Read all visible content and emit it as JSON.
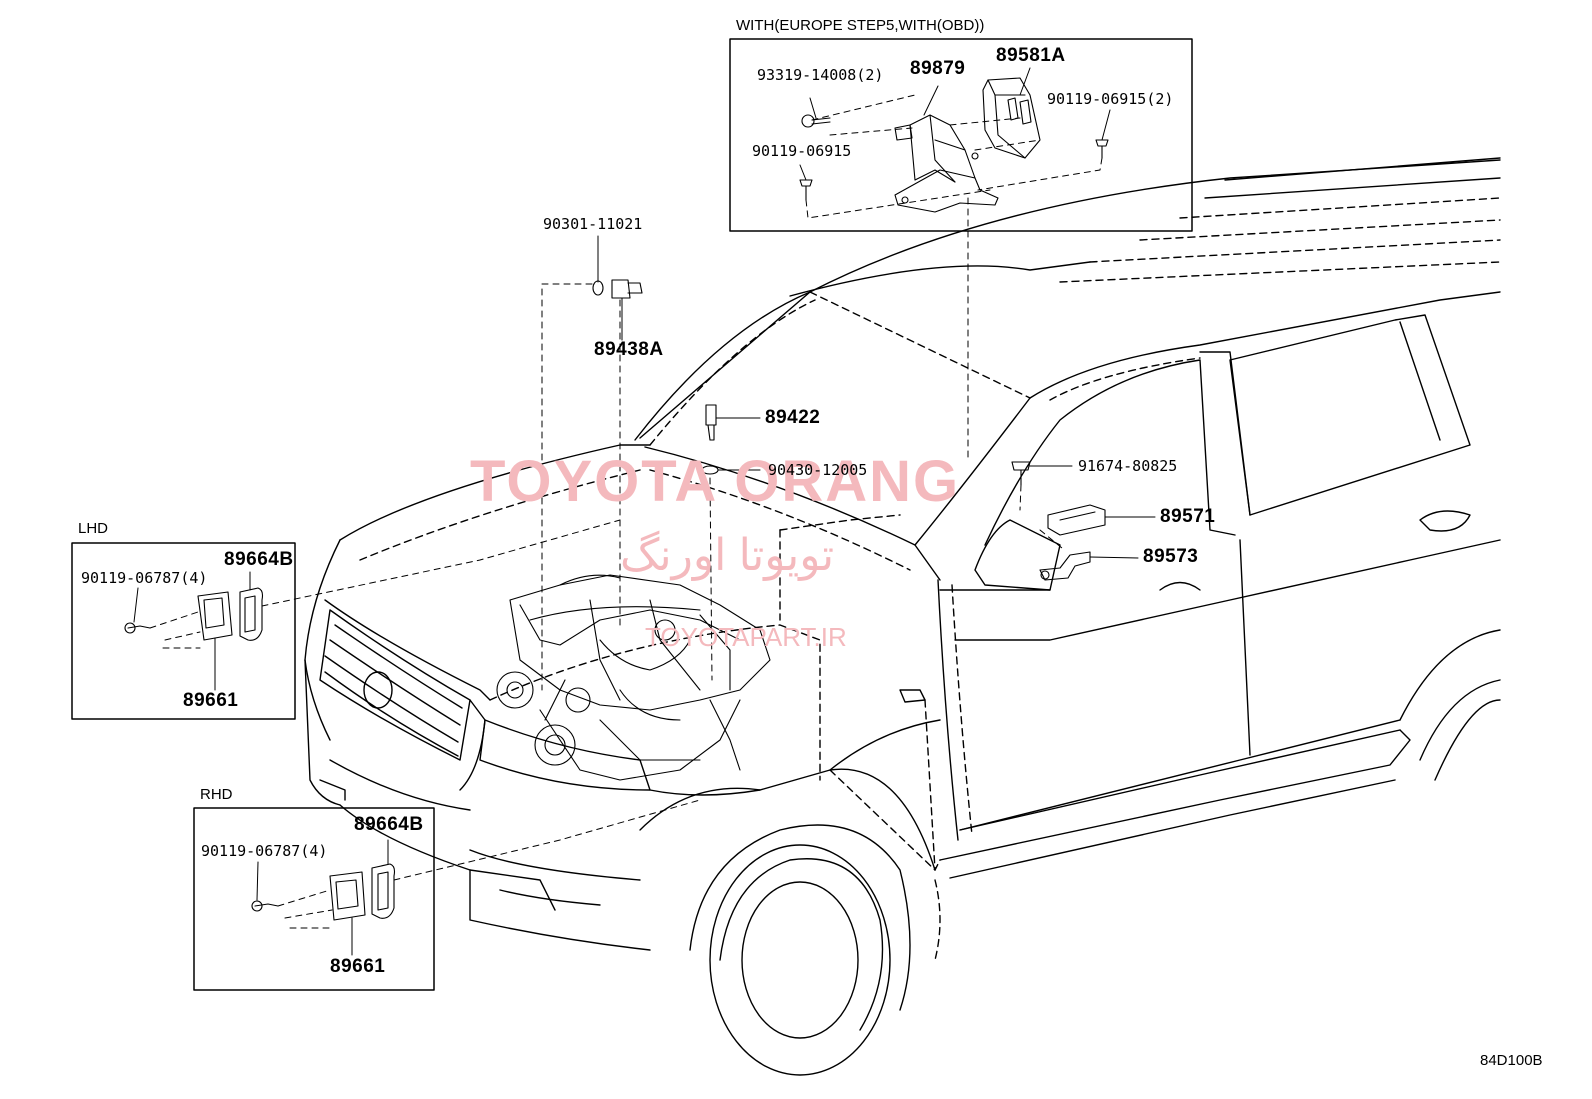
{
  "header": {
    "option_caption": "WITH(EUROPE STEP5,WITH(OBD))"
  },
  "boxes": {
    "lhd": "LHD",
    "rhd": "RHD"
  },
  "parts": {
    "p93319": "93319-14008(2)",
    "p89879": "89879",
    "p89581a": "89581A",
    "p90119_06915_2": "90119-06915(2)",
    "p90119_06915": "90119-06915",
    "p90301": "90301-11021",
    "p89438a": "89438A",
    "p89422": "89422",
    "p90430": "90430-12005",
    "p91674": "91674-80825",
    "p89571": "89571",
    "p89573": "89573",
    "lhd_90119": "90119-06787(4)",
    "lhd_89664b": "89664B",
    "lhd_89661": "89661",
    "rhd_90119": "90119-06787(4)",
    "rhd_89664b": "89664B",
    "rhd_89661": "89661"
  },
  "watermark": {
    "latin": "TOYOTA ORANG",
    "persian": "تویوتا اورنگ",
    "site": "TOYOTAPART.IR"
  },
  "footer": {
    "diagram_code": "84D100B"
  },
  "colors": {
    "line": "#000000",
    "watermark": "#f4b9bd"
  }
}
